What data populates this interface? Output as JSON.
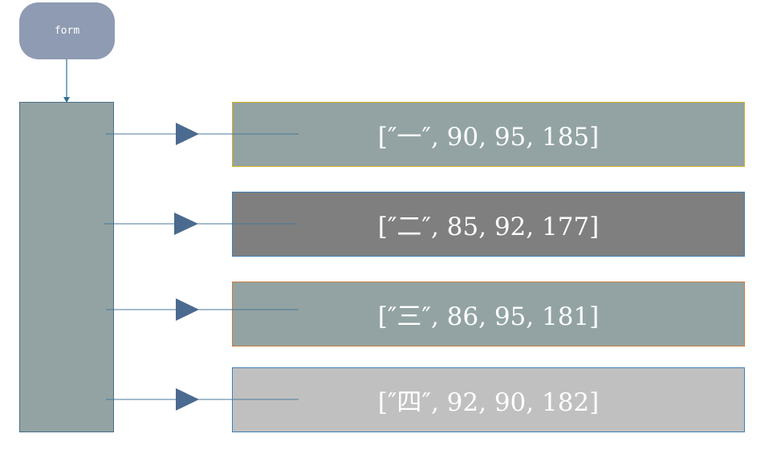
{
  "form_node": {
    "label": "form"
  },
  "rows": [
    {
      "label": "[″一″, 90, 95, 185]",
      "border_color": "#d4b020",
      "fill_color": "#93a3a3"
    },
    {
      "label": "[″二″, 85, 92, 177]",
      "border_color": "#3f82b8",
      "fill_color": "#7f7f7f"
    },
    {
      "label": "[″三″, 86, 95, 181]",
      "border_color": "#cc7d3c",
      "fill_color": "#93a3a3"
    },
    {
      "label": "[″四″, 92, 90, 182]",
      "border_color": "#3f82b8",
      "fill_color": "#c0c0c0"
    }
  ],
  "colors": {
    "form_node_fill": "#8e9bb2",
    "container_fill": "#93a3a3",
    "connector_line": "#4a7a9a",
    "arrow_head": "#4b6a8f",
    "text": "#ffffff"
  }
}
